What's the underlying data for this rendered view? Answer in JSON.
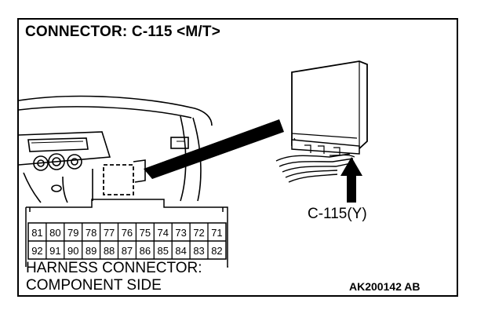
{
  "title": "CONNECTOR: C-115 <M/T>",
  "connector_label": "C-115(Y)",
  "harness_line1": "HARNESS CONNECTOR:",
  "harness_line2": "COMPONENT SIDE",
  "figure_code": "AK200142 AB",
  "pins_row1": [
    "81",
    "80",
    "79",
    "78",
    "77",
    "76",
    "75",
    "74",
    "73",
    "72",
    "71"
  ],
  "pins_row2": [
    "92",
    "91",
    "90",
    "89",
    "88",
    "87",
    "86",
    "85",
    "84",
    "83",
    "82"
  ]
}
